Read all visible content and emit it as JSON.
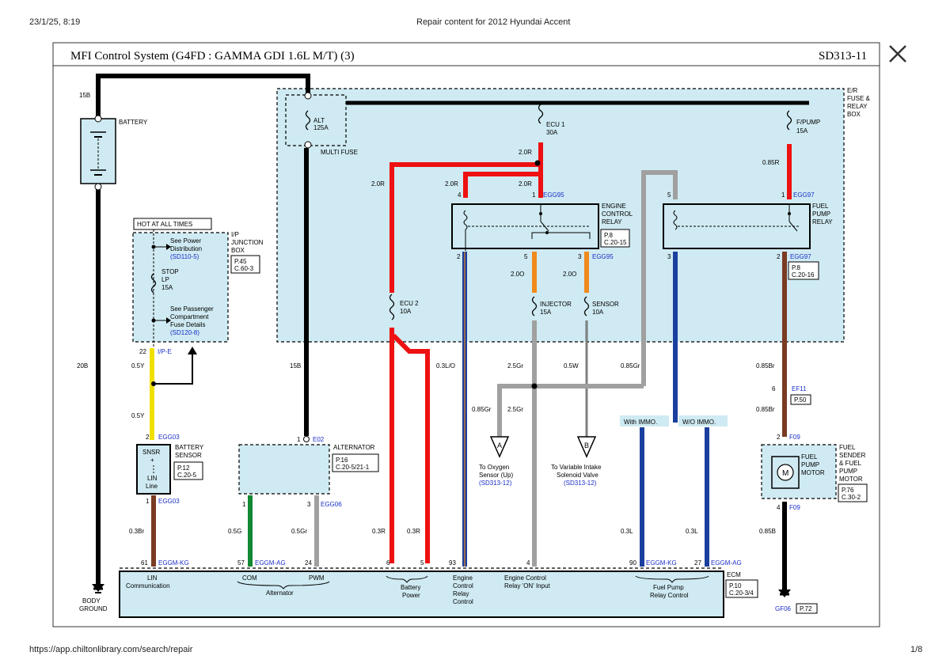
{
  "header": {
    "datetime": "23/1/25, 8:19",
    "doc_title": "Repair content for 2012 Hyundai Accent"
  },
  "footer": {
    "url": "https://app.chiltonlibrary.com/search/repair",
    "page": "1/8"
  },
  "diagram": {
    "title": "MFI Control System (G4FD : GAMMA GDI 1.6L M/T) (3)",
    "code": "SD313-11",
    "close_icon": "close-x-icon",
    "colors": {
      "box_fill": "#cfeaf2",
      "red": "#ee1111",
      "black": "#000000",
      "blue": "#1a3f9e",
      "yellow": "#f0e000",
      "brown": "#7a3b22",
      "gray": "#a0a0a0",
      "orange": "#f08a1c",
      "green": "#118833",
      "link": "#1a2ec8"
    },
    "battery": {
      "label": "BATTERY",
      "wire_top": "15B",
      "wire_left": "20B",
      "ground": "BODY GROUND"
    },
    "er_box": {
      "label": "E/R FUSE & RELAY BOX"
    },
    "alt_fuse": {
      "name": "ALT",
      "rating": "125A",
      "type": "MULTI FUSE",
      "wire": "15B"
    },
    "ecu1_fuse": {
      "name": "ECU 1",
      "rating": "30A",
      "wire": "2.0R"
    },
    "fpump_fuse": {
      "name": "F/PUMP",
      "rating": "15A",
      "wire": "0.85R"
    },
    "ecu2_fuse": {
      "name": "ECU 2",
      "rating": "10A"
    },
    "injector_fuse": {
      "name": "INJECTOR",
      "rating": "15A"
    },
    "sensor_fuse": {
      "name": "SENSOR",
      "rating": "10A"
    },
    "engine_relay": {
      "name": "ENGINE CONTROL RELAY",
      "ref": "P.8",
      "conn": "C.20-15",
      "connector": "EGG95",
      "pins": [
        "4",
        "1",
        "2",
        "5",
        "3"
      ]
    },
    "pump_relay": {
      "name": "FUEL PUMP RELAY",
      "ref": "P.8",
      "conn": "C.20-16",
      "connector": "EGG97",
      "pins": [
        "5",
        "1",
        "3",
        "2"
      ]
    },
    "ip_box": {
      "hot": "HOT AT ALL TIMES",
      "name": "I/P JUNCTION BOX",
      "ref": "P.45",
      "conn": "C.60-3",
      "note1": "See Power Distribution",
      "link1": "(SD110-5)",
      "fuse_name": "STOP LP",
      "fuse_rating": "15A",
      "note2": "See Passenger Compartment Fuse Details",
      "link2": "(SD120-8)",
      "pin": "22",
      "connector": "I/P-E"
    },
    "batt_sensor": {
      "name": "BATTERY SENSOR",
      "ref": "P.12",
      "conn": "C.20-5",
      "inner1": "SNSR",
      "inner2": "+",
      "inner3": "LIN",
      "inner4": "Line",
      "pin_top": "2",
      "conn_top": "EGG03",
      "pin_bottom": "1",
      "conn_bottom": "EGG03"
    },
    "alternator": {
      "name": "ALTERNATOR",
      "ref": "P.16",
      "conn": "C.20-5/21-1",
      "pin_top": "1",
      "conn_top": "E02",
      "pins": [
        "1",
        "3"
      ],
      "conn_bottom": "EGG06"
    },
    "fuel_sender": {
      "name": "FUEL SENDER & FUEL PUMP MOTOR",
      "inner": "FUEL PUMP MOTOR",
      "motor": "M",
      "ref": "P.76",
      "conn": "C.30-2",
      "pin_top": "2",
      "conn_top": "F09",
      "pin_bottom": "4",
      "conn_bottom": "F09"
    },
    "ef11": {
      "pin": "6",
      "conn": "EF11",
      "ref": "P.50"
    },
    "ground2": {
      "conn": "GF06",
      "ref": "P.72"
    },
    "ecm": {
      "name": "ECM",
      "ref": "P.10",
      "conn": "C.20-3/4",
      "pins": [
        "61",
        "57",
        "24",
        "6",
        "5",
        "93",
        "4",
        "90",
        "27"
      ],
      "connectors": [
        "EGGM-KG",
        "EGGM-AG",
        "EGGM-KG",
        "EGGM-AG"
      ],
      "labels": [
        "LIN Communication",
        "COM",
        "PWM",
        "Alternator",
        "Battery Power",
        "Engine Control Relay Control",
        "Engine Control Relay 'ON' Input",
        "Fuel Pump Relay Control"
      ]
    },
    "immo": {
      "with": "With IMMO.",
      "without": "W/O IMMO."
    },
    "refs": {
      "a": "A",
      "a_text": "To Oxygen Sensor (Up)",
      "a_link": "(SD313-12)",
      "b": "B",
      "b_text": "To Variable Intake Solenoid Valve",
      "b_link": "(SD313-12)"
    },
    "wires": {
      "yellow": "0.5Y",
      "brown_batt": "0.3Br",
      "green": "0.5G",
      "gray_alt": "0.5Gr",
      "red_ecm": "0.3R",
      "ecu2_red": "2.0R",
      "blue_lo": "0.3L/O",
      "orange": "2.0O",
      "gray_inj": "2.5Gr",
      "white": "0.5W",
      "gray_85": "0.85Gr",
      "blue_l": "0.3L",
      "brown_pump": "0.85Br",
      "black_gnd": "0.85B"
    }
  }
}
